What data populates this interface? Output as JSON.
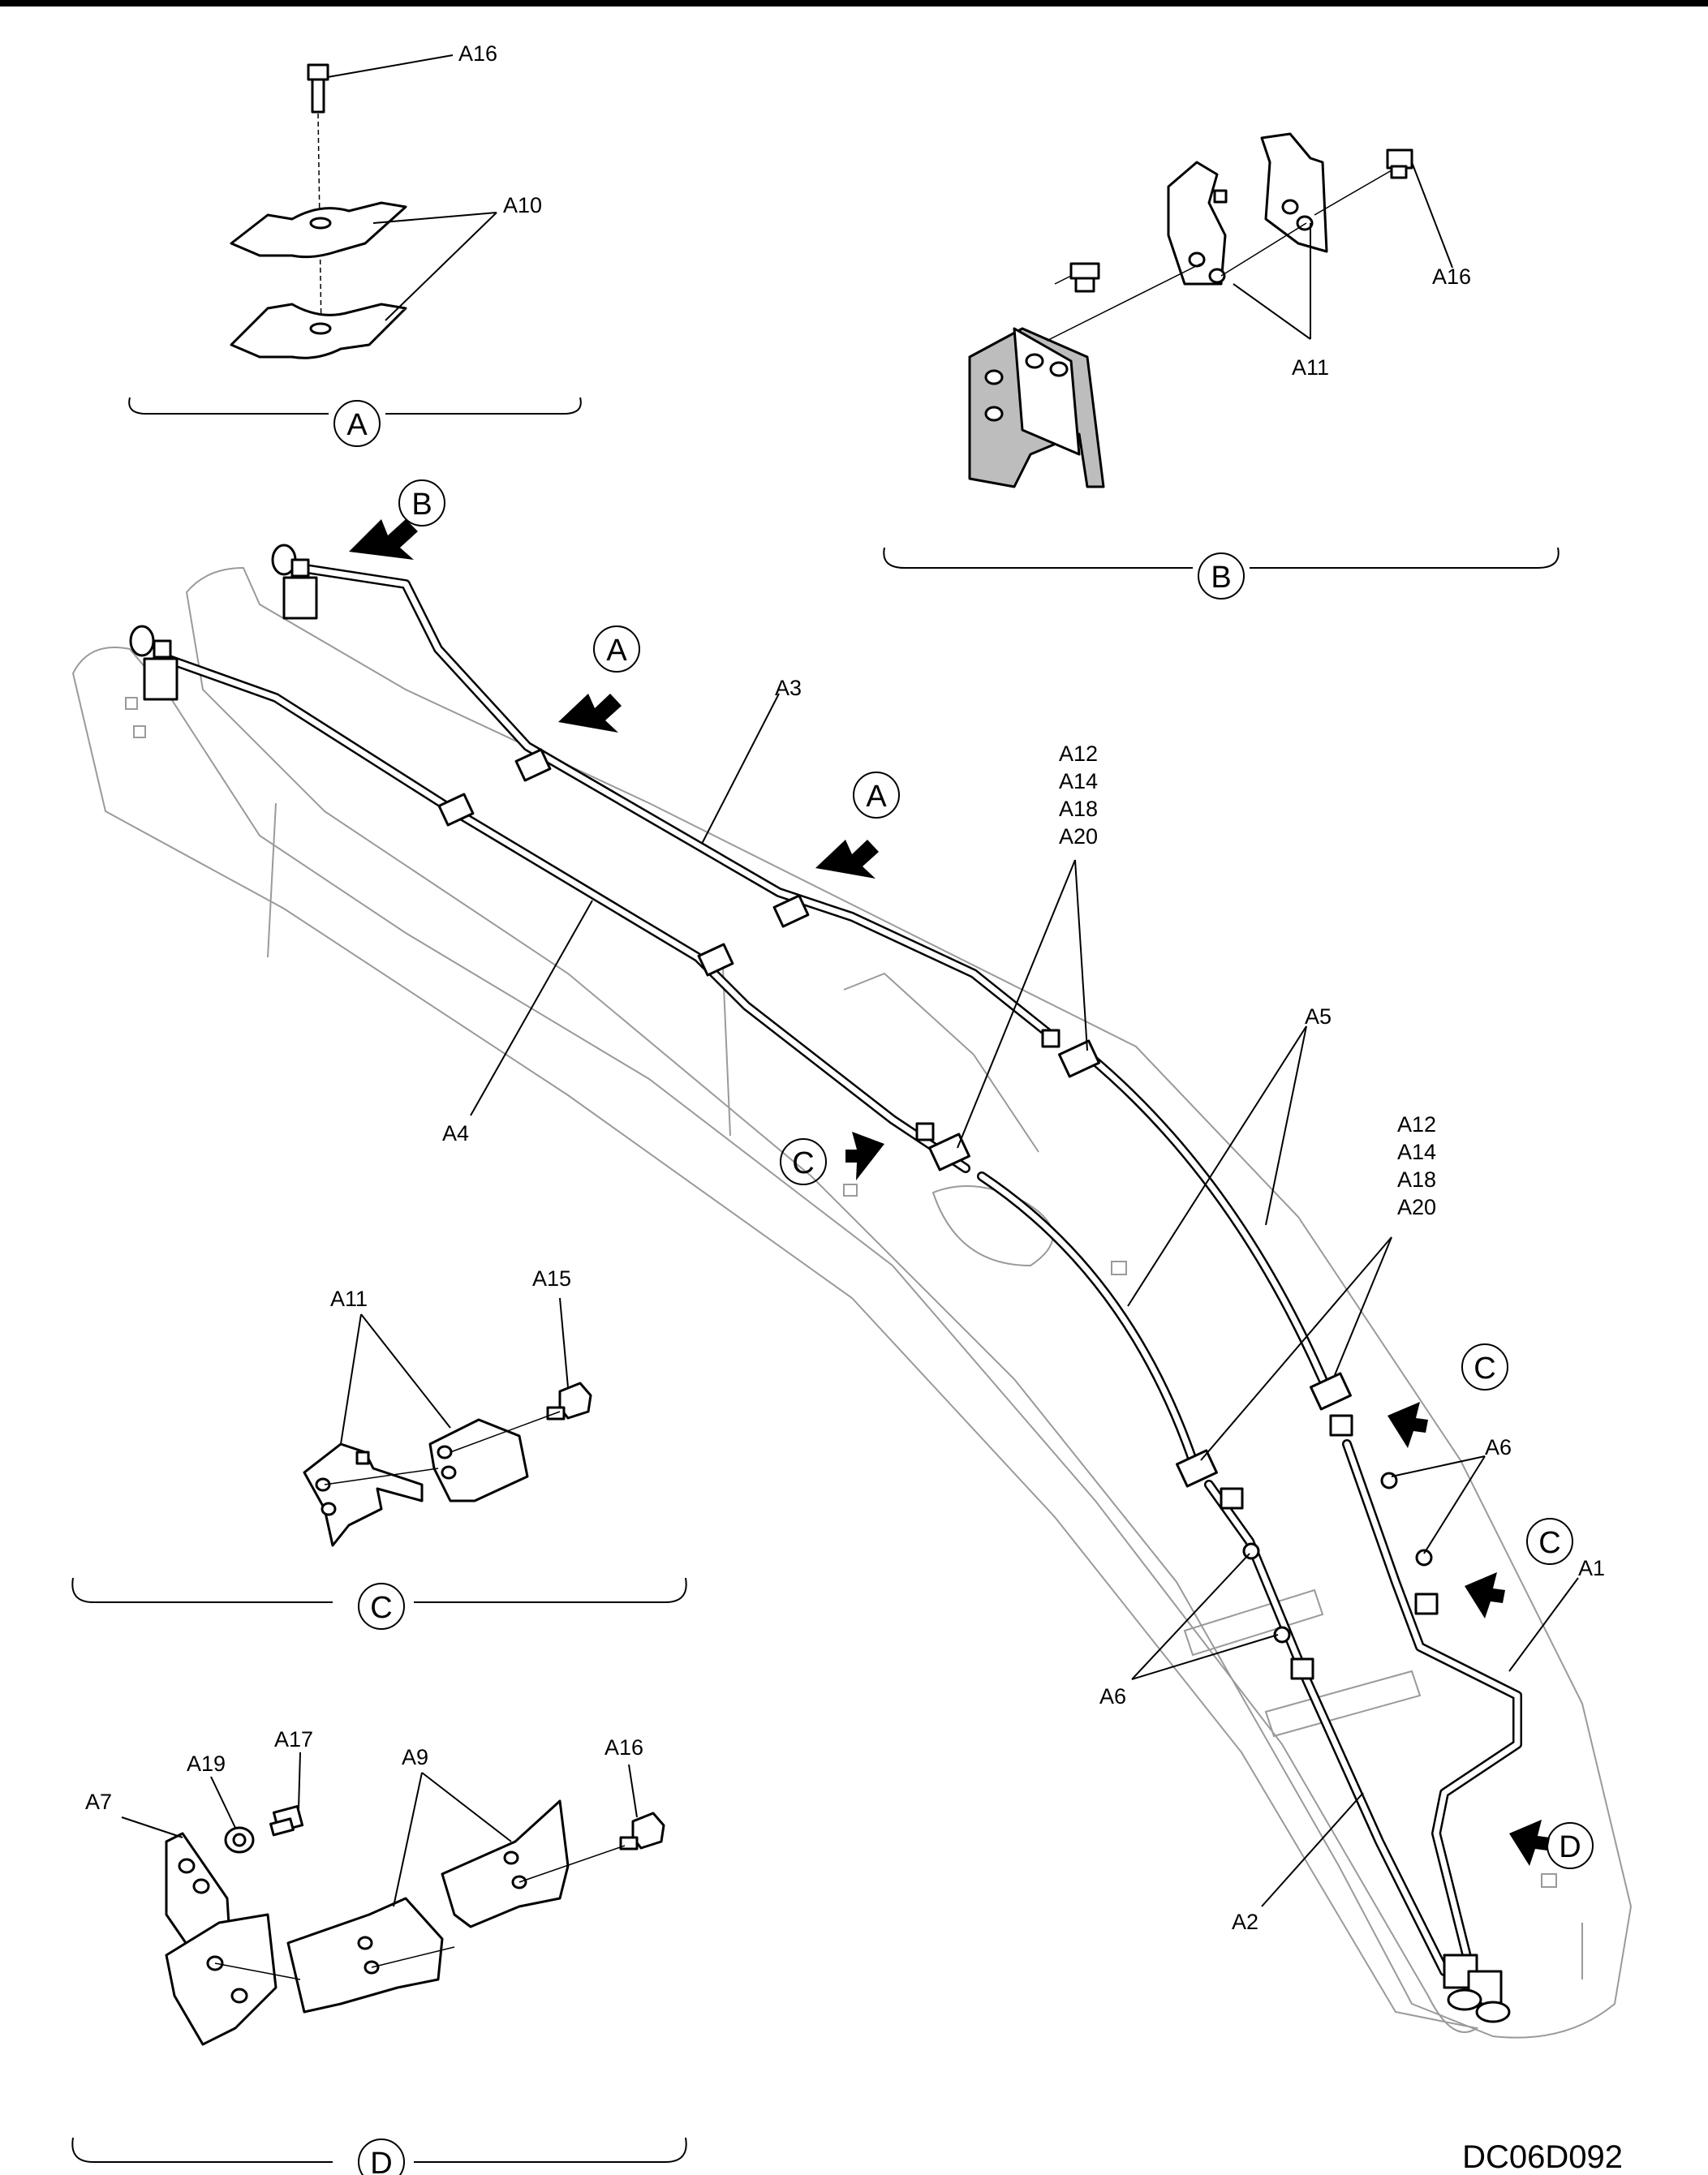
{
  "views": {
    "A": {
      "circle": "A",
      "labels": {
        "bolt": "A16",
        "clamps": "A10"
      }
    },
    "B": {
      "circle": "B",
      "labels": {
        "bolt": "A16",
        "brackets": "A11"
      }
    },
    "C": {
      "circle": "C",
      "labels": {
        "brackets": "A11",
        "bolt": "A15"
      }
    },
    "D": {
      "circle": "D",
      "labels": {
        "plate": "A7",
        "washer": "A19",
        "bolt_small": "A17",
        "brackets": "A9",
        "bolt": "A16"
      }
    }
  },
  "main": {
    "callouts": {
      "a1": "A1",
      "a2": "A2",
      "a3": "A3",
      "a4": "A4",
      "a5": "A5",
      "a6_right": "A6",
      "a6_left": "A6",
      "stack_upper": [
        "A12",
        "A14",
        "A18",
        "A20"
      ],
      "stack_lower": [
        "A12",
        "A14",
        "A18",
        "A20"
      ]
    },
    "view_markers": {
      "b": "B",
      "a1": "A",
      "a2": "A",
      "c1": "C",
      "c2": "C",
      "c3": "C",
      "d": "D"
    }
  },
  "drawing_code": "DC06D092"
}
